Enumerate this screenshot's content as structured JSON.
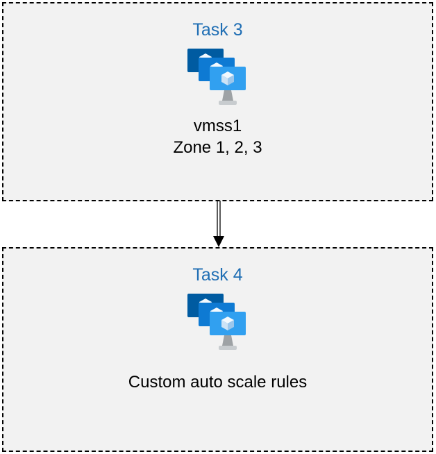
{
  "task3": {
    "title": "Task 3",
    "resource": "vmss1",
    "zones": "Zone 1, 2, 3"
  },
  "task4": {
    "title": "Task 4",
    "label": "Custom auto scale rules"
  },
  "icons": {
    "vmss": "vm-scale-set-icon",
    "arrow": "arrow-down-icon"
  },
  "colors": {
    "title_blue": "#1F6EB4",
    "box_fill": "#F2F2F2",
    "box_border": "#000000",
    "icon_back_screen": "#005BA1",
    "icon_middle_screen": "#0E7AD3",
    "icon_front_screen": "#31A0F0",
    "icon_stand": "#9EA2A5",
    "icon_base": "#C8CCCF",
    "arrow": "#000000"
  }
}
